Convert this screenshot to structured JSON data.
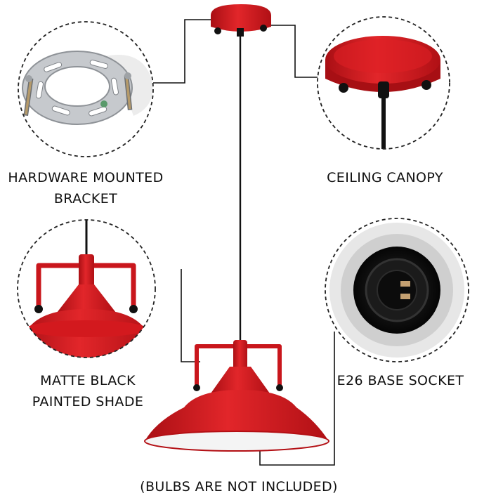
{
  "labels": {
    "bracket": [
      "HARDWARE MOUNTED",
      "BRACKET"
    ],
    "canopy": [
      "CEILING CANOPY"
    ],
    "shade": [
      "MATTE BLACK",
      "PAINTED SHADE"
    ],
    "socket": [
      "E26 BASE SOCKET"
    ],
    "note": "(BULBS ARE NOT INCLUDED)"
  },
  "colors": {
    "lamp_red": "#d0161c",
    "lamp_red_dark": "#9e0d12",
    "shade_interior": "#f4f4f4",
    "socket_black": "#141414",
    "socket_surround": "#dcdcdc",
    "bracket_metal": "#c9ccd0",
    "text": "#111111"
  }
}
